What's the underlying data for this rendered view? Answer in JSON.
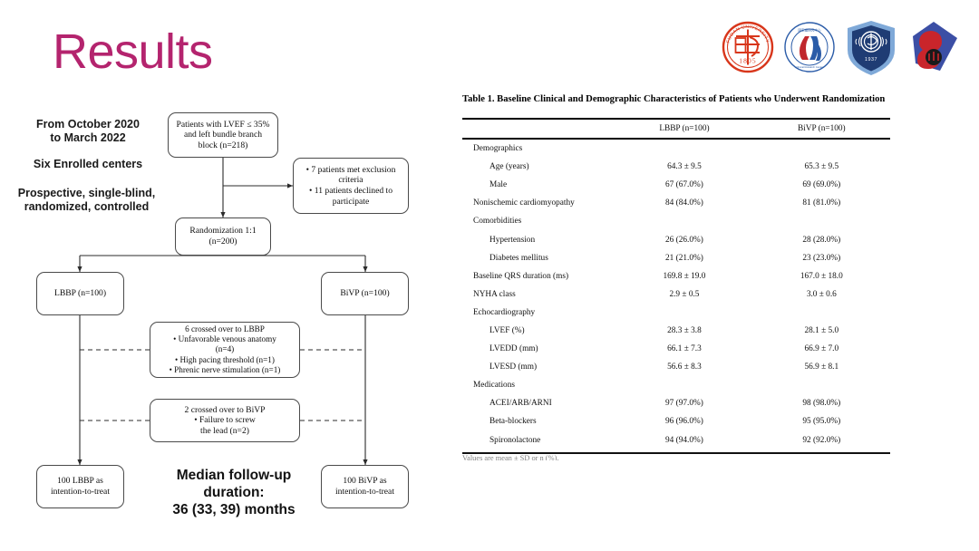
{
  "slide": {
    "title": "Results"
  },
  "logos": [
    {
      "name": "fudan-university-logo",
      "alt": "FUDAN UNIVERSITY 1805",
      "color": "#D8361B",
      "year": "1805",
      "ring_text": "FUDAN UNIVERSITY"
    },
    {
      "name": "national-clinical-research-center-logo",
      "alt": "National Clinical Research Center",
      "color_primary": "#C0272D",
      "color_secondary": "#2B5CA8"
    },
    {
      "name": "zhongshan-hospital-shield-logo",
      "alt": "Hospital shield 1937",
      "color": "#1F3C74",
      "year": "1937"
    },
    {
      "name": "cardiology-heart-logo",
      "alt": "Cardiology heart emblem",
      "color_primary": "#C9252B",
      "color_secondary": "#3C4FA5"
    }
  ],
  "flowchart": {
    "notes": {
      "dates": "From October 2020\nto March 2022",
      "centers": "Six Enrolled centers",
      "design": "Prospective, single-blind,\nrandomized, controlled",
      "median": "Median follow-up duration:\n36 (33, 39) months"
    },
    "boxes": {
      "screening": "Patients with LVEF ≤ 35%\nand left bundle branch\nblock (n=218)",
      "exclusion": "• 7 patients met exclusion\ncriteria\n• 11 patients declined to\nparticipate",
      "randomization": "Randomization 1:1\n(n=200)",
      "lbbp_arm": "LBBP (n=100)",
      "bivp_arm": "BiVP (n=100)",
      "crossover_to_lbbp": "6 crossed over to LBBP\n• Unfavorable venous anatomy\n(n=4)\n• High pacing threshold (n=1)\n• Phrenic nerve stimulation (n=1)",
      "crossover_to_bivp": "2 crossed over to BiVP\n• Failure to screw\nthe lead (n=2)",
      "itt_lbbp": "100 LBBP as\nintention-to-treat",
      "itt_bivp": "100 BiVP as\nintention-to-treat"
    }
  },
  "table": {
    "title": "Table 1. Baseline Clinical and Demographic Characteristics of Patients who Underwent Randomization",
    "columns": [
      "",
      "LBBP (n=100)",
      "BiVP (n=100)"
    ],
    "rows": [
      {
        "label": "Demographics",
        "indent": 0,
        "lbbp": "",
        "bivp": ""
      },
      {
        "label": "Age (years)",
        "indent": 1,
        "lbbp": "64.3 ± 9.5",
        "bivp": "65.3 ± 9.5"
      },
      {
        "label": "Male",
        "indent": 1,
        "lbbp": "67 (67.0%)",
        "bivp": "69 (69.0%)"
      },
      {
        "label": "Nonischemic cardiomyopathy",
        "indent": 0,
        "lbbp": "84 (84.0%)",
        "bivp": "81 (81.0%)"
      },
      {
        "label": "Comorbidities",
        "indent": 0,
        "lbbp": "",
        "bivp": ""
      },
      {
        "label": "Hypertension",
        "indent": 1,
        "lbbp": "26 (26.0%)",
        "bivp": "28 (28.0%)"
      },
      {
        "label": "Diabetes mellitus",
        "indent": 1,
        "lbbp": "21 (21.0%)",
        "bivp": "23 (23.0%)"
      },
      {
        "label": "Baseline QRS duration (ms)",
        "indent": 0,
        "lbbp": "169.8 ± 19.0",
        "bivp": "167.0 ± 18.0"
      },
      {
        "label": "NYHA class",
        "indent": 0,
        "lbbp": "2.9 ± 0.5",
        "bivp": "3.0 ± 0.6"
      },
      {
        "label": "Echocardiography",
        "indent": 0,
        "lbbp": "",
        "bivp": ""
      },
      {
        "label": "LVEF (%)",
        "indent": 1,
        "lbbp": "28.3 ± 3.8",
        "bivp": "28.1 ± 5.0"
      },
      {
        "label": "LVEDD (mm)",
        "indent": 1,
        "lbbp": "66.1 ± 7.3",
        "bivp": "66.9 ± 7.0"
      },
      {
        "label": "LVESD (mm)",
        "indent": 1,
        "lbbp": "56.6 ± 8.3",
        "bivp": "56.9 ± 8.1"
      },
      {
        "label": "Medications",
        "indent": 0,
        "lbbp": "",
        "bivp": ""
      },
      {
        "label": "ACEI/ARB/ARNI",
        "indent": 1,
        "lbbp": "97 (97.0%)",
        "bivp": "98 (98.0%)"
      },
      {
        "label": "Beta-blockers",
        "indent": 1,
        "lbbp": "96 (96.0%)",
        "bivp": "95 (95.0%)"
      },
      {
        "label": "Spironolactone",
        "indent": 1,
        "lbbp": "94 (94.0%)",
        "bivp": "92 (92.0%)"
      }
    ],
    "footnote": "Values are mean ± SD or n (%)."
  }
}
